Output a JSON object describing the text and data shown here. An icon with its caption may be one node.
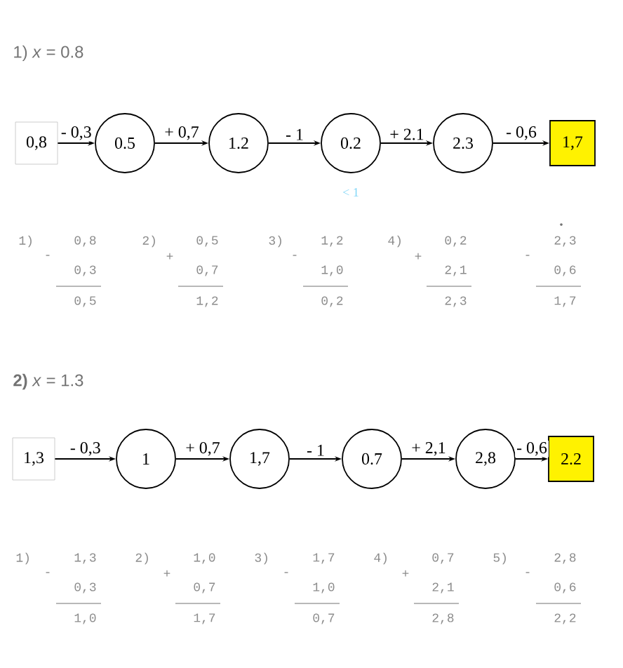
{
  "diagram": {
    "nodes": [
      {
        "text": [
          "0,8"
        ]
      },
      {
        "text": [
          "0.5"
        ]
      },
      {
        "text": [
          "1.2"
        ]
      },
      {
        "text": [
          "0.2"
        ],
        "beside": [
          "< 1"
        ]
      },
      {
        "text": [
          "2.3"
        ]
      },
      {
        "text": [
          "1,7"
        ]
      },
      {
        "text": [
          "1,3"
        ]
      },
      {
        "text": [
          "1"
        ]
      },
      {
        "text": [
          "1,7"
        ]
      },
      {
        "text": [
          "0.7"
        ]
      },
      {
        "text": [
          "2,8"
        ]
      },
      {
        "text": [
          "2.2"
        ]
      }
    ],
    "edges": [
      {
        "from": 0,
        "to": 1,
        "arrow": "to",
        "label": "- 0,3"
      },
      {
        "from": 1,
        "to": 2,
        "arrow": "to",
        "label": "+ 0,7"
      },
      {
        "from": 2,
        "to": 3,
        "arrow": "to",
        "label": "- 1"
      },
      {
        "from": 3,
        "to": 4,
        "arrow": "to",
        "label": "+ 2.1"
      },
      {
        "from": 4,
        "to": 5,
        "arrow": "to",
        "label": "- 0,6"
      },
      {
        "from": 6,
        "to": 7,
        "arrow": "to",
        "label": "- 0,3"
      },
      {
        "from": 7,
        "to": 8,
        "arrow": "to",
        "label": "+ 0,7"
      },
      {
        "from": 8,
        "to": 9,
        "arrow": "to",
        "label": "- 1"
      },
      {
        "from": 9,
        "to": 10,
        "arrow": "to",
        "label": "+ 2,1"
      },
      {
        "from": 10,
        "to": 11,
        "arrow": "to",
        "label": "- 0,6"
      }
    ],
    "labels": [
      "1) *x* = 0.8",
      "1)",
      "-",
      "0,8",
      "0,3",
      "0,5",
      "2)",
      "+",
      "0,5",
      "0,7",
      "1,2",
      "3)",
      "-",
      "1,2",
      "1,0",
      "0,2",
      "4)",
      "+",
      "0,2",
      "2,1",
      "2,3",
      "-",
      "2,3",
      "0,6",
      "1,7",
      "**2)** *x* = 1.3",
      "1)",
      "-",
      "1,3",
      "0,3",
      "1,0",
      "2)",
      "+",
      "1,0",
      "0,7",
      "1,7",
      "3)",
      "-",
      "1,7",
      "1,0",
      "0,7",
      "4)",
      "+",
      "0,7",
      "2,1",
      "2,8",
      "5)",
      "-",
      "2,8",
      "0,6",
      "2,2"
    ]
  }
}
